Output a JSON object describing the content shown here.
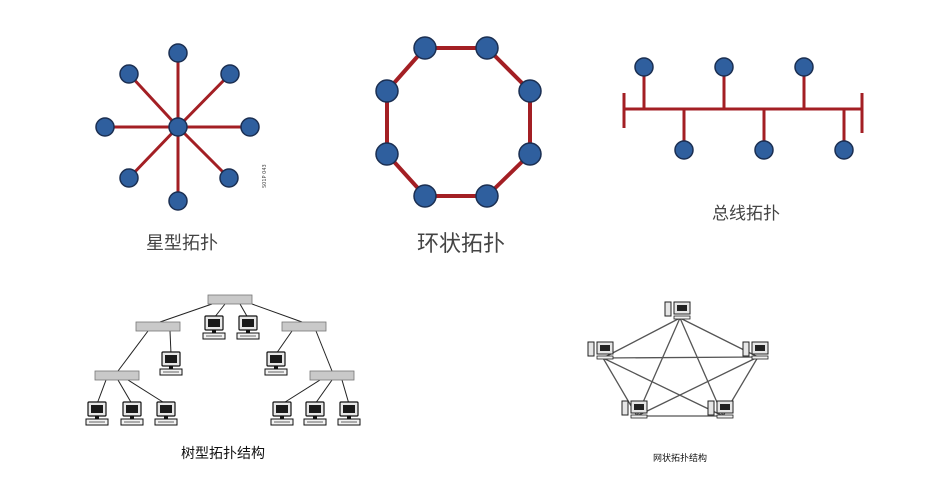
{
  "colors": {
    "link": "#a31f24",
    "node_fill": "#2f5f9e",
    "node_stroke": "#1b2f52",
    "network_line": "#555555",
    "switch_fill": "#c9c9c9"
  },
  "labels": {
    "star": "星型拓扑",
    "ring": "环状拓扑",
    "bus": "总线拓扑",
    "tree": "树型拓扑结构",
    "mesh": "网状拓扑结构",
    "star_side_code": "S01P 043"
  },
  "icons": {
    "node": "node-circle-icon",
    "computer": "computer-icon",
    "switch": "switch-icon"
  }
}
